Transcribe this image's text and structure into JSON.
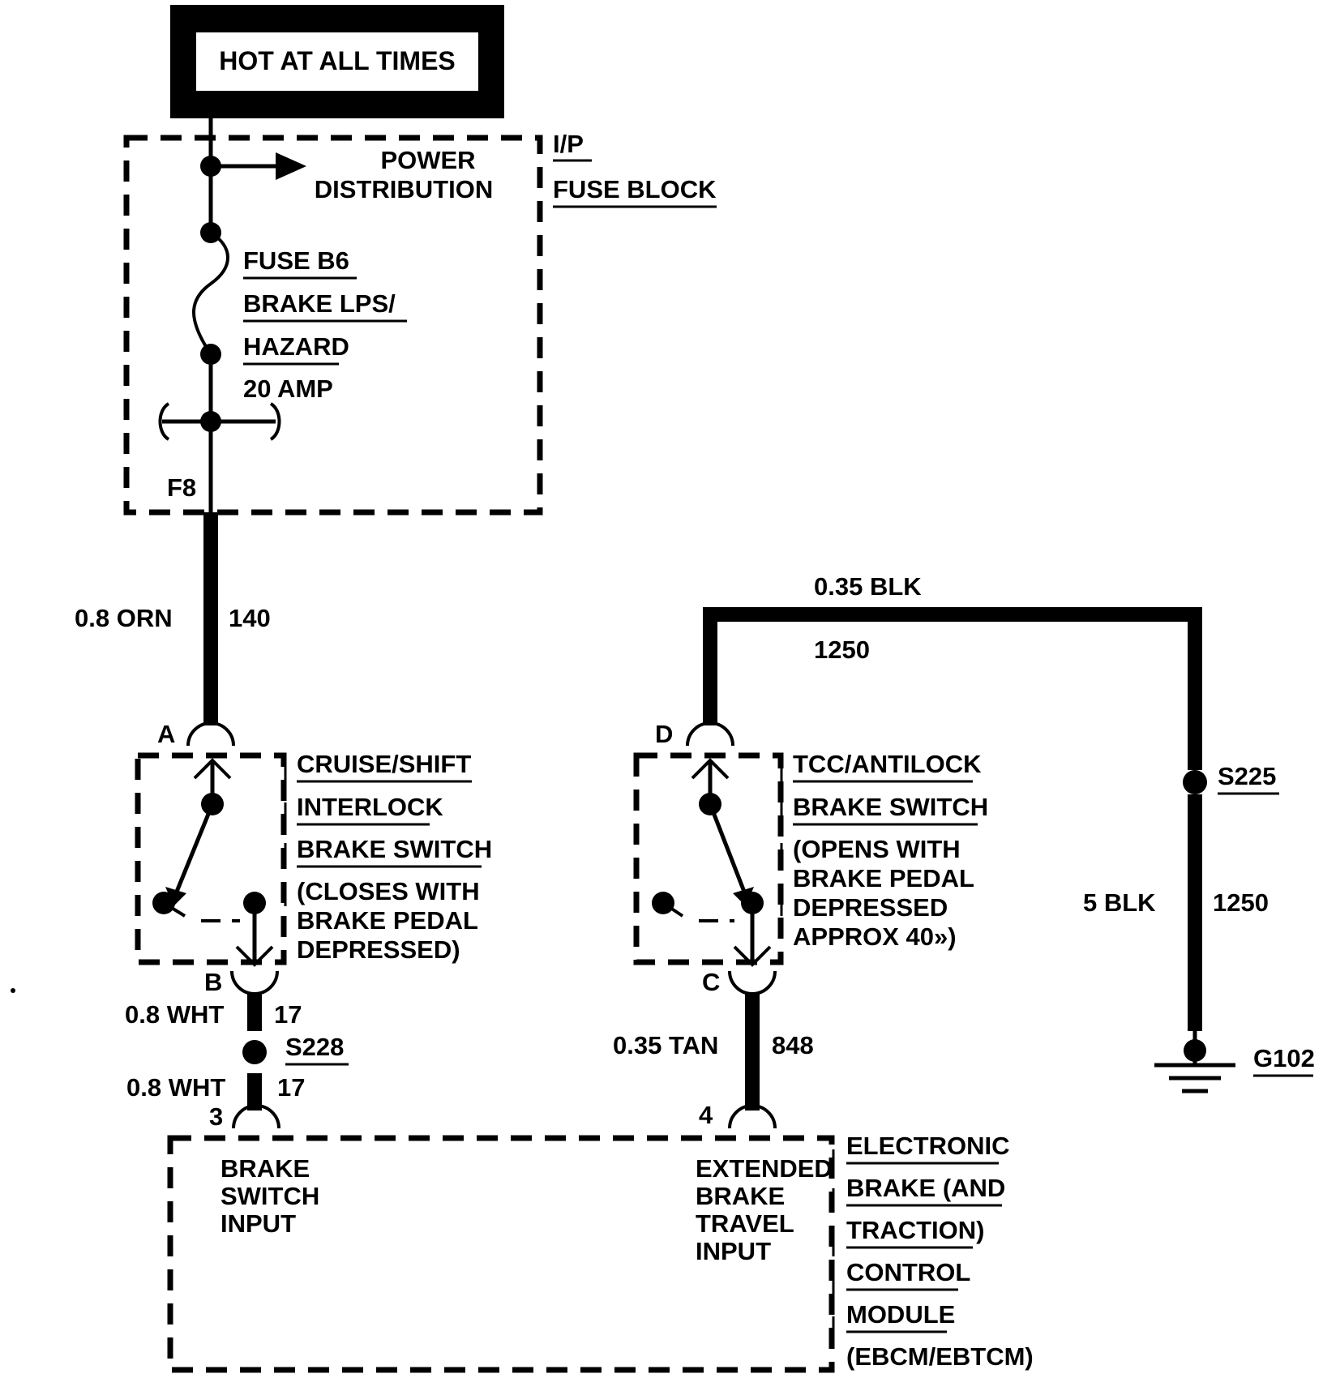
{
  "header": {
    "hot_at_all_times": "HOT AT ALL TIMES"
  },
  "fuse_block": {
    "name_line1": "I/P",
    "name_line2": "FUSE BLOCK",
    "power_line1": "POWER",
    "power_line2": "DISTRIBUTION",
    "fuse_line1": "FUSE B6",
    "fuse_line2": "BRAKE LPS/",
    "fuse_line3": "HAZARD",
    "fuse_line4": "20 AMP",
    "terminal": "F8"
  },
  "wires": {
    "w140_gauge": "0.8 ORN",
    "w140_circuit": "140",
    "w1250_top_gauge": "0.35 BLK",
    "w1250_top_circuit": "1250",
    "w1250_right_gauge": "5 BLK",
    "w1250_right_circuit": "1250",
    "w17_upper_gauge": "0.8 WHT",
    "w17_upper_circuit": "17",
    "w17_lower_gauge": "0.8 WHT",
    "w17_lower_circuit": "17",
    "w848_gauge": "0.35 TAN",
    "w848_circuit": "848"
  },
  "cruise_switch": {
    "line1": "CRUISE/SHIFT",
    "line2": "INTERLOCK",
    "line3": "BRAKE SWITCH",
    "note1": "(CLOSES WITH",
    "note2": "BRAKE PEDAL",
    "note3": "DEPRESSED)",
    "pin_top": "A",
    "pin_bottom": "B"
  },
  "tcc_switch": {
    "line1": "TCC/ANTILOCK",
    "line2": "BRAKE SWITCH",
    "note1": "(OPENS WITH",
    "note2": "BRAKE PEDAL",
    "note3": "DEPRESSED",
    "note4": "APPROX 40»)",
    "pin_top": "D",
    "pin_bottom": "C"
  },
  "splices": {
    "s225": "S225",
    "s228": "S228"
  },
  "ground": {
    "g102": "G102"
  },
  "module": {
    "line1": "ELECTRONIC",
    "line2": "BRAKE (AND",
    "line3": "TRACTION)",
    "line4": "CONTROL",
    "line5": "MODULE",
    "line6": "(EBCM/EBTCM)",
    "pin3": "3",
    "pin3_label1": "BRAKE",
    "pin3_label2": "SWITCH",
    "pin3_label3": "INPUT",
    "pin4": "4",
    "pin4_label1": "EXTENDED",
    "pin4_label2": "BRAKE",
    "pin4_label3": "TRAVEL",
    "pin4_label4": "INPUT"
  }
}
